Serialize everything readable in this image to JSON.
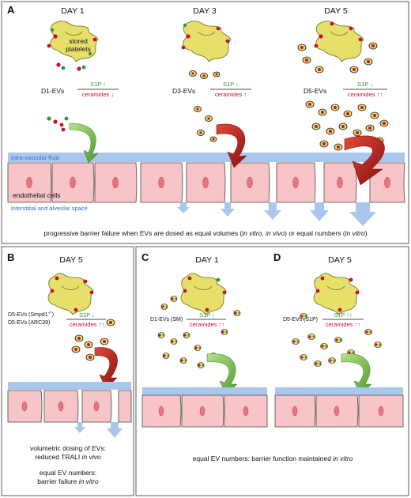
{
  "panelA": {
    "label": "A",
    "days": [
      "DAY 1",
      "DAY 3",
      "DAY 5"
    ],
    "stored_platelets": [
      "stored",
      "platelets"
    ],
    "evs": [
      {
        "name": "D1-EVs",
        "s1p": "S1P ↑",
        "ceramides": "ceramides ↓"
      },
      {
        "name": "D3-EVs",
        "s1p": "S1P ↓",
        "ceramides": "ceramides ↑"
      },
      {
        "name": "D5-EVs",
        "s1p": "S1P ↓",
        "ceramides": "ceramides ↑↑"
      }
    ],
    "intravascular": "intra-vascular fluid",
    "endothelial": "endothelial cells",
    "interstitial": "interstitial and alveolar space",
    "caption": {
      "t1": "progressive barrier failure when EVs are dosed as equal volumes (",
      "t2": "in vitro, in vivo",
      "t3": ") or equal numbers (",
      "t4": "in vitro",
      "t5": ")"
    }
  },
  "panelB": {
    "label": "B",
    "day": "DAY 5",
    "ev1": "D5-EVs (Smpd1",
    "ev1_sup": "-/-",
    "ev1_end": ")",
    "ev2": "D5-EVs (ARC39)",
    "s1p": "S1P ↓",
    "ceramides": "ceramides ↑↑",
    "caption1": [
      "volumetric dosing of EVs:",
      "reduced TRALI "
    ],
    "caption1_italic": "in vivo",
    "caption2": [
      "equal EV numbers:",
      "barrier failure "
    ],
    "caption2_italic": "in vitro"
  },
  "panelC": {
    "label": "C",
    "day": "DAY 1",
    "ev": "D1-EVs (SM)",
    "s1p": "S1P ↑",
    "ceramides": "ceramides ↑↑"
  },
  "panelD": {
    "label": "D",
    "day": "DAY 5",
    "ev": "D5-EVs (S1P)",
    "s1p": "S1P ↑↑",
    "ceramides": "ceramides ↑↑"
  },
  "bottom_caption": {
    "text": "equal EV numbers: barrier function maintained ",
    "italic": "in vitro"
  },
  "colors": {
    "cell": "#f7c4c7",
    "fluid": "#a9c7ec",
    "platelet": "#e6e06a",
    "s1p": "#2a9b3a",
    "ceramide": "#c8102e",
    "arrow_green": "#7cc04a",
    "arrow_red": "#b01818"
  }
}
